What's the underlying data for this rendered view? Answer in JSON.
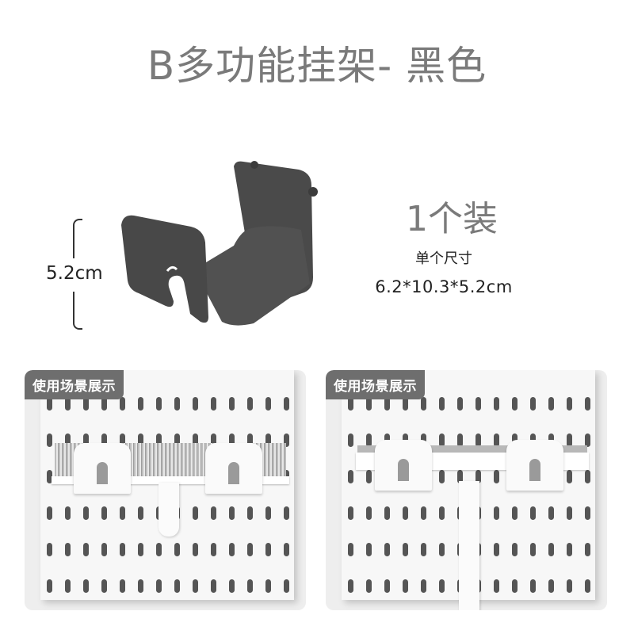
{
  "title": "B多功能挂架- 黑色",
  "dimension": {
    "height_label": "5.2cm"
  },
  "pack": {
    "quantity_label": "1个装"
  },
  "spec": {
    "label": "单个尺寸",
    "value": "6.2*10.3*5.2cm"
  },
  "product": {
    "color": "#4a4a4a",
    "name": "hanging-rack"
  },
  "scenes": [
    {
      "badge": "使用场景展示",
      "item": "brush"
    },
    {
      "badge": "使用场景展示",
      "item": "squeegee"
    }
  ],
  "colors": {
    "title": "#7a7a7a",
    "badge_bg": "#6e6e6e",
    "panel_bg": "#eeeeee",
    "board": "#f7f7f7",
    "hole": "#555555"
  }
}
